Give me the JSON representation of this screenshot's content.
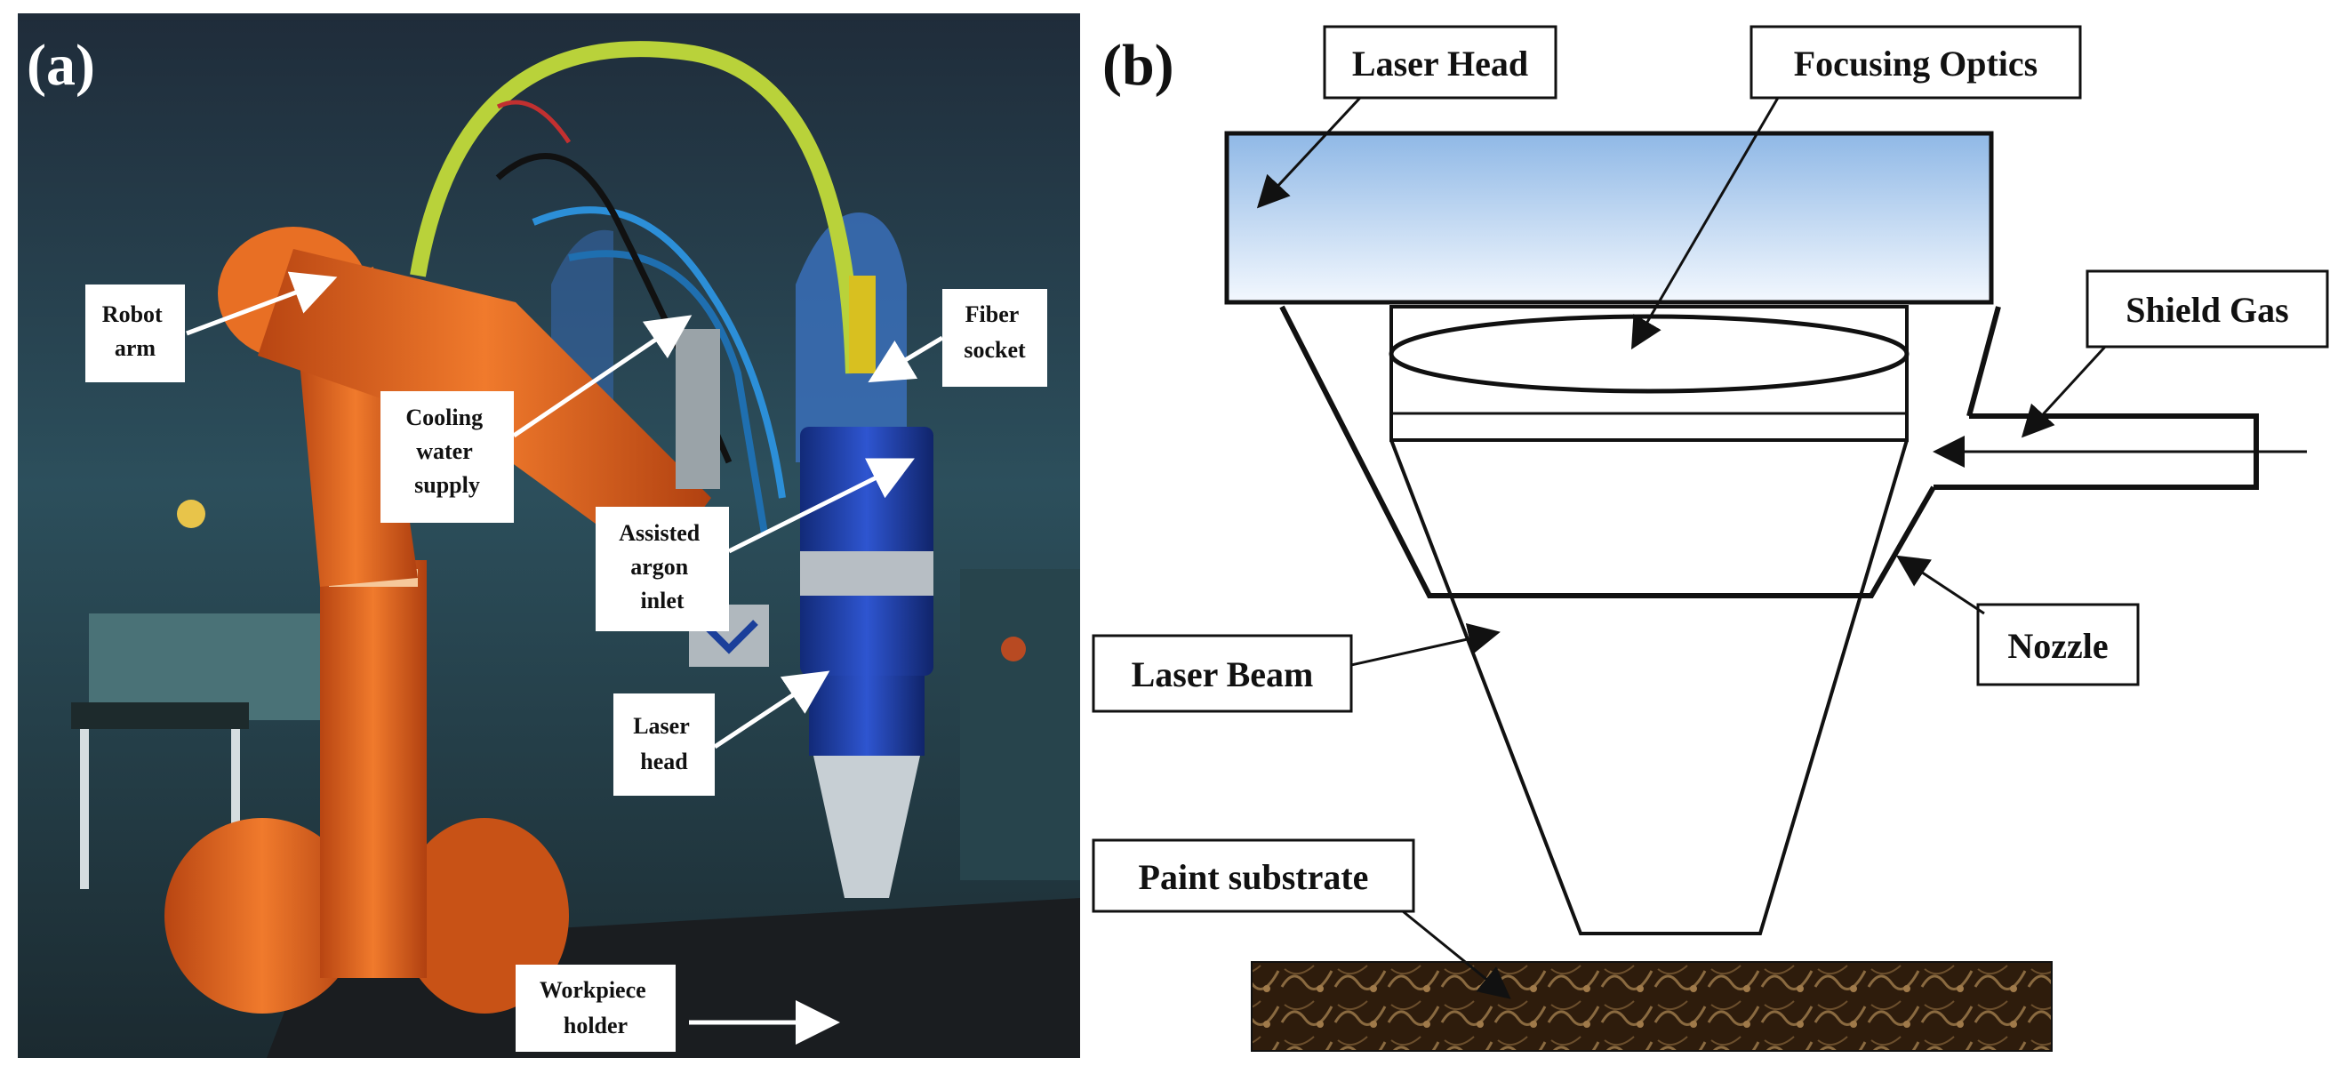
{
  "panels": {
    "a": {
      "tag": "(a)"
    },
    "b": {
      "tag": "(b)"
    }
  },
  "photo_labels": {
    "robot_arm": [
      "Robot",
      "arm"
    ],
    "cooling_water": [
      "Cooling",
      "water",
      "supply"
    ],
    "fiber_socket": [
      "Fiber",
      "socket"
    ],
    "assisted_argon": [
      "Assisted",
      "argon",
      "inlet"
    ],
    "laser_head": [
      "Laser",
      "head"
    ],
    "workpiece_holder": [
      "Workpiece",
      "holder"
    ]
  },
  "schematic_labels": {
    "laser_head": "Laser Head",
    "focusing_optics": "Focusing Optics",
    "shield_gas": "Shield Gas",
    "laser_beam": "Laser Beam",
    "nozzle": "Nozzle",
    "paint_substrate": "Paint substrate"
  },
  "colors": {
    "robot_orange": "#e0611e",
    "head_blue": "#1e3fa8",
    "lab_teal": "#2e5560",
    "glass_top": "#8fb8e6",
    "glass_bottom": "#f3f8fe",
    "substrate": "#3a2512"
  }
}
